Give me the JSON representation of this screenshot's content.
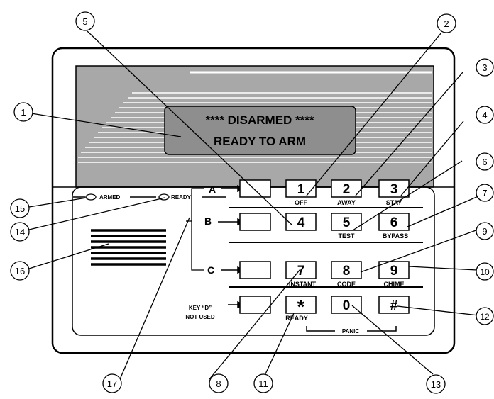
{
  "display": {
    "line1": "**** DISARMED ****",
    "line2": "READY TO ARM"
  },
  "indicators": {
    "armed": "ARMED",
    "ready": "READY"
  },
  "function_keys": [
    "A",
    "B",
    "C"
  ],
  "key_d_note": [
    "KEY “D”",
    "NOT USED"
  ],
  "keys": [
    {
      "num": "1",
      "label": "OFF"
    },
    {
      "num": "2",
      "label": "AWAY"
    },
    {
      "num": "3",
      "label": "STAY"
    },
    {
      "num": "4",
      "label": ""
    },
    {
      "num": "5",
      "label": "TEST"
    },
    {
      "num": "6",
      "label": "BYPASS"
    },
    {
      "num": "7",
      "label": "INSTANT"
    },
    {
      "num": "8",
      "label": "CODE"
    },
    {
      "num": "9",
      "label": "CHIME"
    },
    {
      "num": "*",
      "label": "READY"
    },
    {
      "num": "0",
      "label": ""
    },
    {
      "num": "#",
      "label": ""
    }
  ],
  "panic_label": "PANIC",
  "callouts": [
    "1",
    "2",
    "3",
    "4",
    "5",
    "6",
    "7",
    "8",
    "9",
    "10",
    "11",
    "12",
    "13",
    "14",
    "15",
    "16",
    "17"
  ]
}
